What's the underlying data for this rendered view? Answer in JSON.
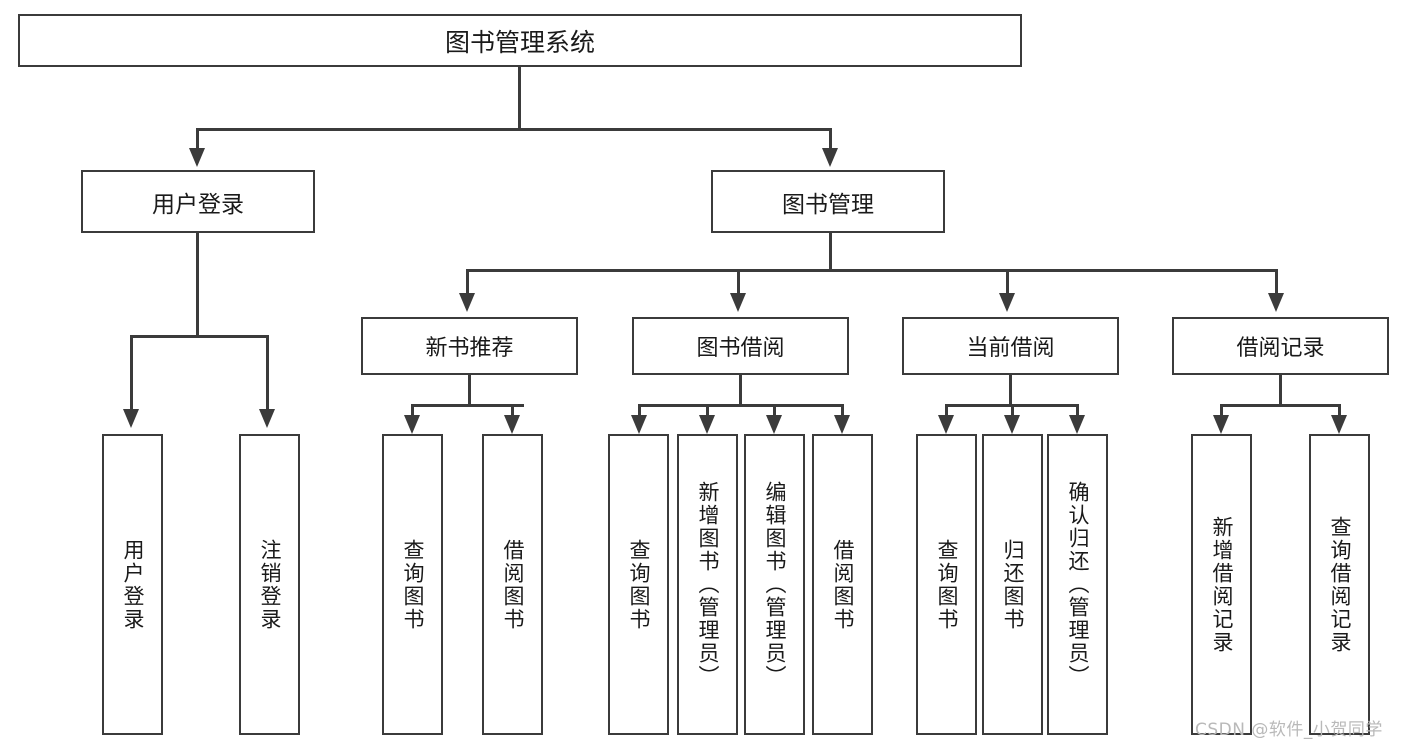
{
  "diagram": {
    "title": "图书管理系统",
    "root": {
      "label": "图书管理系统"
    },
    "level1": [
      {
        "label": "用户登录"
      },
      {
        "label": "图书管理"
      }
    ],
    "level2": [
      {
        "label": "新书推荐"
      },
      {
        "label": "图书借阅"
      },
      {
        "label": "当前借阅"
      },
      {
        "label": "借阅记录"
      }
    ],
    "leaves": {
      "user_login": [
        {
          "label": "用户登录"
        },
        {
          "label": "注销登录"
        }
      ],
      "new_book": [
        {
          "label": "查询图书"
        },
        {
          "label": "借阅图书"
        }
      ],
      "book_borrow": [
        {
          "label": "查询图书"
        },
        {
          "label": "新增图书（管理员）"
        },
        {
          "label": "编辑图书（管理员）"
        },
        {
          "label": "借阅图书"
        }
      ],
      "current_borrow": [
        {
          "label": "查询图书"
        },
        {
          "label": "归还图书"
        },
        {
          "label": "确认归还（管理员）"
        }
      ],
      "borrow_record": [
        {
          "label": "新增借阅记录"
        },
        {
          "label": "查询借阅记录"
        }
      ]
    }
  },
  "watermark": {
    "text": "CSDN @软件_小贺同学"
  },
  "colors": {
    "border": "#3b3b3b",
    "fill": "#ffffff",
    "text": "#1a1a1a",
    "watermark": "#b9b9b9"
  }
}
